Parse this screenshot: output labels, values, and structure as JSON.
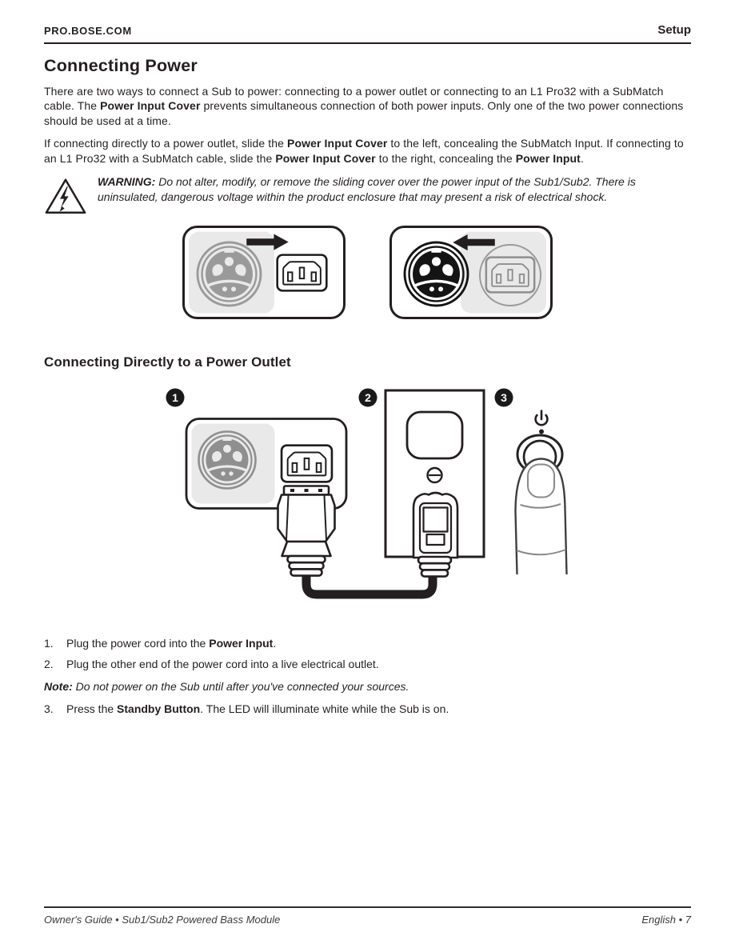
{
  "colors": {
    "ink": "#231f20",
    "cover_gray": "#e9e9e9",
    "concealed_gray": "#8f8f8f",
    "led_white": "#ffffff"
  },
  "header": {
    "site": "PRO.BOSE.COM",
    "section": "Setup"
  },
  "page": {
    "title": "Connecting Power"
  },
  "intro": {
    "pre": "There are two ways to connect a Sub to power: connecting to a power outlet or connecting to an L1 Pro32 with a SubMatch cable. The ",
    "bold": "Power Input Cover",
    "post": " prevents simultaneous connection of both power inputs. Only one of the two power connections should be used at a time."
  },
  "slide": {
    "s0": "If connecting directly to a power outlet, slide the ",
    "s1": "Power Input Cover",
    "s2": " to the left, concealing the SubMatch Input. If connecting to an L1 Pro32 with a SubMatch cable, slide the ",
    "s3": "Power Input Cover",
    "s4": " to the right, concealing the ",
    "s5": "Power Input",
    "s6": "."
  },
  "warning": {
    "label": "WARNING:",
    "text": " Do not alter, modify, or remove the sliding cover over the power input of the Sub1/Sub2. There is uninsulated, dangerous voltage within the product enclosure that may present a risk of electrical shock."
  },
  "section2_title": "Connecting Directly to a Power Outlet",
  "figure2": {
    "badge1": "1",
    "badge2": "2",
    "badge3": "3"
  },
  "steps": {
    "s1": {
      "num": "1.",
      "pre": "Plug the power cord into the ",
      "bold": "Power Input",
      "post": "."
    },
    "s2": {
      "num": "2.",
      "pre": "Plug the other end of the power cord into a live electrical outlet.",
      "bold": "",
      "post": ""
    },
    "s3": {
      "num": "3.",
      "pre": "Press the ",
      "bold": "Standby Button",
      "post": ". The LED will illuminate white while the Sub is on."
    }
  },
  "note": {
    "label": "Note:",
    "text": " Do not power on the Sub until after you've connected your sources."
  },
  "footer": {
    "left": "Owner's Guide • Sub1/Sub2 Powered Bass Module",
    "right": "English • 7"
  }
}
